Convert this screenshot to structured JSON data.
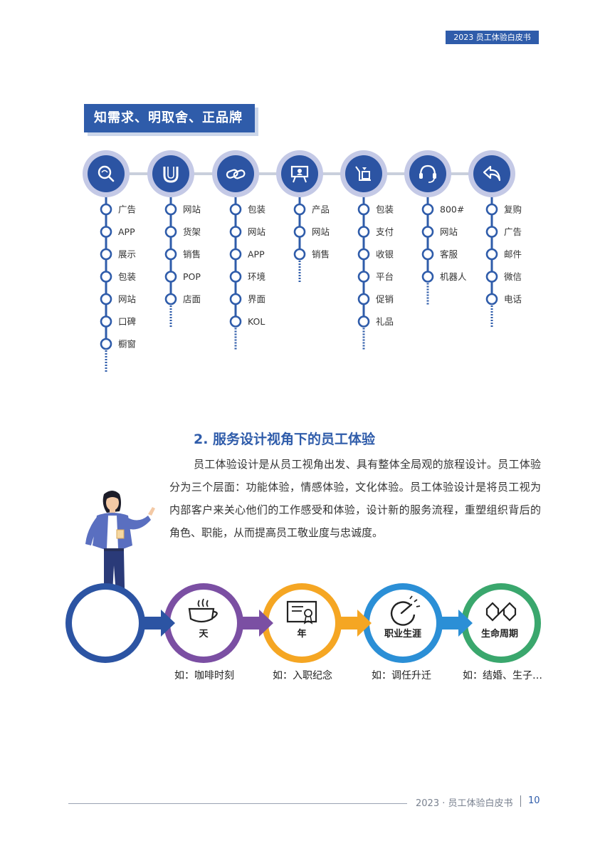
{
  "header": {
    "tag": "2023 员工体验白皮书"
  },
  "section": {
    "title": "知需求、明取舍、正品牌"
  },
  "channels": [
    {
      "icon": "search-icon",
      "items": [
        "广告",
        "APP",
        "展示",
        "包装",
        "网站",
        "口碑",
        "橱窗"
      ]
    },
    {
      "icon": "magnet-icon",
      "items": [
        "网站",
        "货架",
        "销售",
        "POP",
        "店面"
      ]
    },
    {
      "icon": "link-icon",
      "items": [
        "包装",
        "网站",
        "APP",
        "环境",
        "界面",
        "KOL"
      ]
    },
    {
      "icon": "presentation-icon",
      "items": [
        "产品",
        "网站",
        "销售"
      ]
    },
    {
      "icon": "shopping-icon",
      "items": [
        "包装",
        "支付",
        "收银",
        "平台",
        "促销",
        "礼品"
      ]
    },
    {
      "icon": "headset-icon",
      "items": [
        "800#",
        "网站",
        "客服",
        "机器人"
      ]
    },
    {
      "icon": "return-icon",
      "items": [
        "复购",
        "广告",
        "邮件",
        "微信",
        "电话"
      ]
    }
  ],
  "subsection": {
    "title": "2. 服务设计视角下的员工体验",
    "paragraph": "员工体验设计是从员工视角出发、具有整体全局观的旅程设计。员工体验分为三个层面：功能体验，情感体验，文化体验。员工体验设计是将员工视为内部客户来关心他们的工作感受和体验，设计新的服务流程，重塑组织背后的角色、职能，从而提高员工敬业度与忠诚度。"
  },
  "journey": [
    {
      "label": "天",
      "example": "如：咖啡时刻",
      "color": "#7b4fa3",
      "icon": "coffee-cup-icon"
    },
    {
      "label": "年",
      "example": "如：入职纪念",
      "color": "#f5a623",
      "icon": "certificate-icon"
    },
    {
      "label": "职业生涯",
      "example": "如：调任升迁",
      "color": "#2b8fd6",
      "icon": "career-gauge-icon"
    },
    {
      "label": "生命周期",
      "example": "如：结婚、生子…",
      "color": "#3aa76d",
      "icon": "lifecycle-icon"
    }
  ],
  "journey_start_color": "#2c54a3",
  "footer": {
    "text": "2023 · 员工体验白皮书",
    "page": "10"
  }
}
